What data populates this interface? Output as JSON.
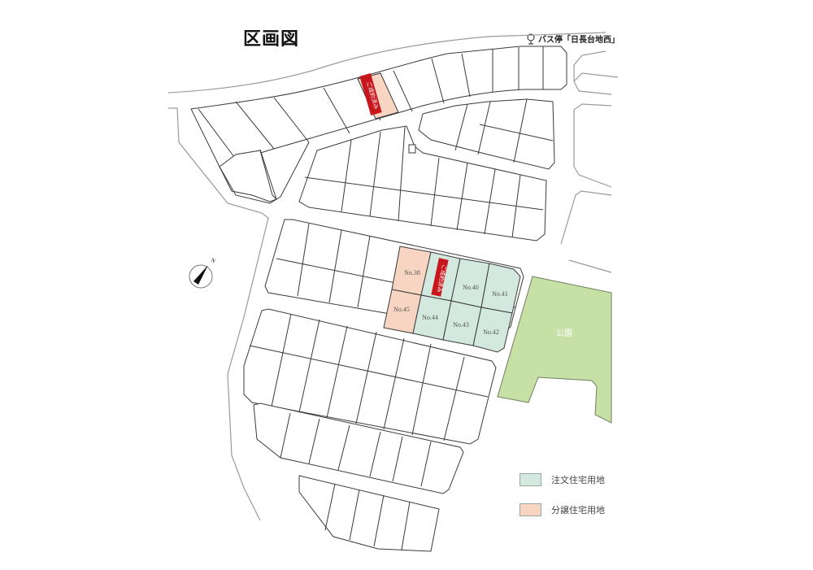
{
  "header": {
    "title": "区画図",
    "bus_stop_label": "バス停「日長台地西」"
  },
  "colors": {
    "road_line": "#9a9a9a",
    "lot_line": "#3a3a3a",
    "custom_lot_fill": "#d3e8df",
    "sale_lot_fill": "#f7d5c2",
    "park_fill": "#c6e0a6",
    "sold_badge": "#c8161d"
  },
  "compass": {
    "north_label": "N"
  },
  "map": {
    "lots": [
      {
        "id": "no38",
        "label": "No.38",
        "type": "sale"
      },
      {
        "id": "no39",
        "label": "",
        "type": "custom",
        "badge": "ご成約済み"
      },
      {
        "id": "no40",
        "label": "No.40",
        "type": "custom"
      },
      {
        "id": "no41",
        "label": "No.41",
        "type": "custom"
      },
      {
        "id": "no42",
        "label": "No.42",
        "type": "custom"
      },
      {
        "id": "no43",
        "label": "No.43",
        "type": "custom"
      },
      {
        "id": "no44",
        "label": "No.44",
        "type": "custom"
      },
      {
        "id": "no45",
        "label": "No.45",
        "type": "sale"
      }
    ],
    "north_sold_badge": "ご成約済み",
    "park_label": "公園"
  },
  "legend": {
    "items": [
      {
        "label": "注文住宅用地",
        "color": "#d3e8df"
      },
      {
        "label": "分譲住宅用地",
        "color": "#f7d5c2"
      }
    ]
  }
}
